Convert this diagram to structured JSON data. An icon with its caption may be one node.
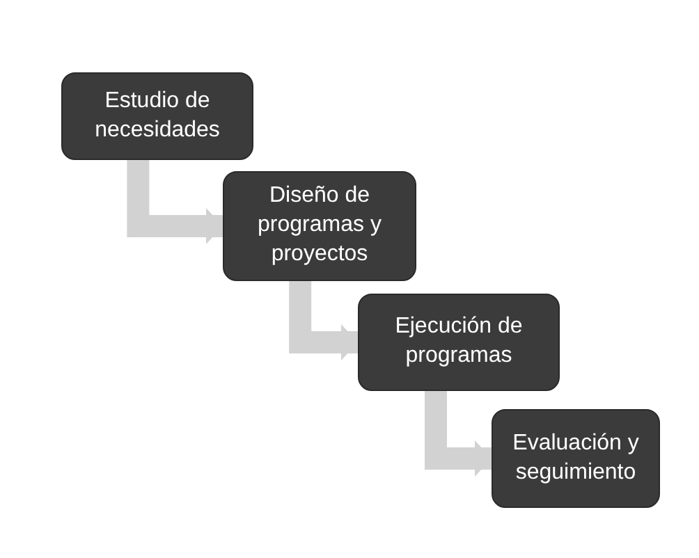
{
  "diagram": {
    "nodes": [
      {
        "text": [
          "Estudio de necesidades"
        ]
      },
      {
        "text": [
          "Diseño de programas y proyectos"
        ]
      },
      {
        "text": [
          "Ejecución de programas"
        ]
      },
      {
        "text": [
          "Evaluación y seguimiento"
        ]
      }
    ],
    "edges": [
      {
        "from": 0,
        "to": 1,
        "arrow": "to"
      },
      {
        "from": 1,
        "to": 2,
        "arrow": "to"
      },
      {
        "from": 2,
        "to": 3,
        "arrow": "to"
      }
    ]
  }
}
